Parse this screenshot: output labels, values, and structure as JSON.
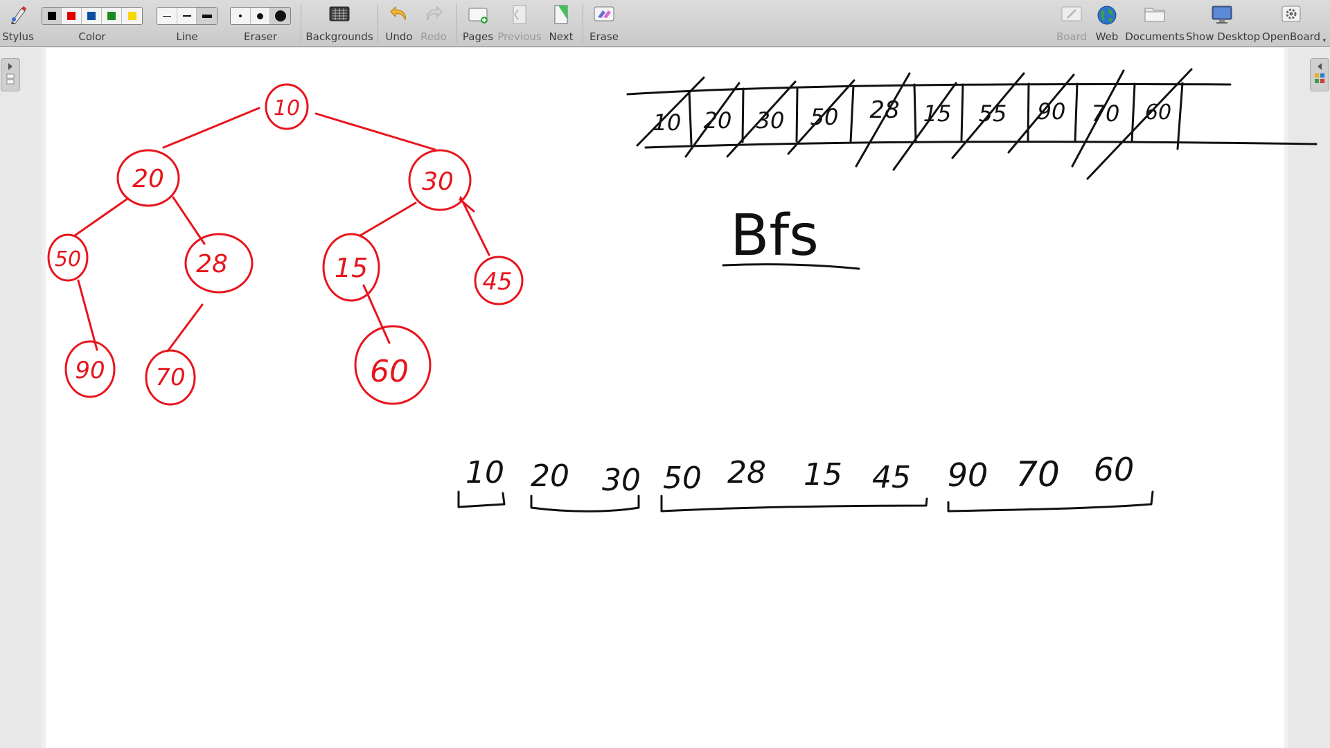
{
  "toolbar": {
    "stylus": "Stylus",
    "color": "Color",
    "line": "Line",
    "eraser": "Eraser",
    "backgrounds": "Backgrounds",
    "undo": "Undo",
    "redo": "Redo",
    "pages": "Pages",
    "previous": "Previous",
    "next": "Next",
    "erase": "Erase",
    "board": "Board",
    "web": "Web",
    "documents": "Documents",
    "show_desktop": "Show Desktop",
    "openboard": "OpenBoard"
  },
  "palette": {
    "colors": [
      "#000000",
      "#e00000",
      "#0a4fa0",
      "#1e8a1e",
      "#f5d800"
    ],
    "ink_red": "#e8141c",
    "ink_black": "#111111"
  },
  "board": {
    "tree_nodes": [
      "10",
      "20",
      "30",
      "50",
      "28",
      "15",
      "45",
      "90",
      "70",
      "60"
    ],
    "queue_cells": [
      "10",
      "20",
      "30",
      "50",
      "28",
      "15",
      "55",
      "90",
      "70",
      "60"
    ],
    "title": "Bfs",
    "levels": [
      [
        "10"
      ],
      [
        "20",
        "30"
      ],
      [
        "50",
        "28",
        "15",
        "45"
      ],
      [
        "90",
        "70",
        "60"
      ]
    ]
  }
}
